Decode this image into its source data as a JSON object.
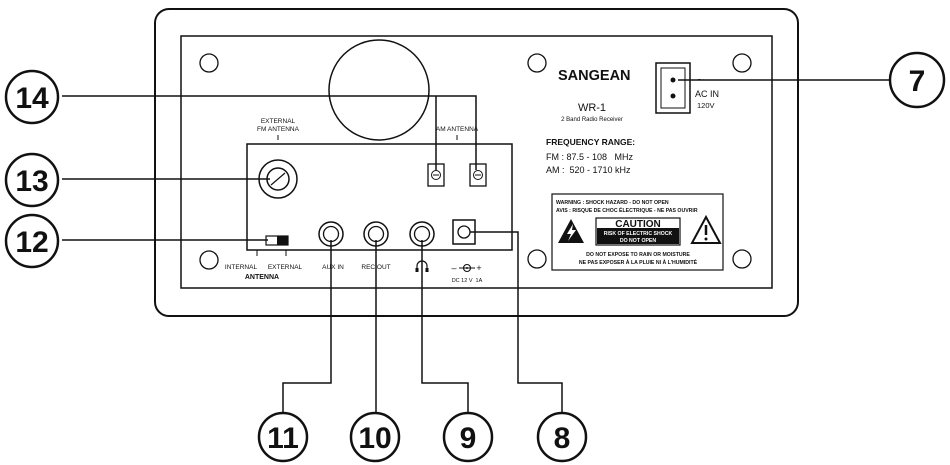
{
  "panel": {
    "brand": "SANGEAN",
    "model": "WR-1",
    "model_sub": "2 Band Radio Receiver",
    "freq_title": "FREQUENCY RANGE:",
    "freq_fm": "FM : 87.5 - 108   MHz",
    "freq_am": "AM :  520 - 1710 kHz",
    "ac_in": "AC IN",
    "ac_voltage": "120V",
    "ac_symbol": "~",
    "ext_fm_line1": "EXTERNAL",
    "ext_fm_line2": "FM ANTENNA",
    "am_antenna": "AM ANTENNA",
    "internal": "INTERNAL",
    "external": "EXTERNAL",
    "antenna": "ANTENNA",
    "aux_in": "AUX IN",
    "rec_out": "REC OUT",
    "dc_spec": "DC 12 V  1A",
    "dc_minus": "–",
    "dc_plus": "+"
  },
  "warning": {
    "line1": "WARNING : SHOCK HAZARD - DO NOT OPEN",
    "line2": "AVIS : RISQUE DE CHOC ÉLECTRIQUE - NE PAS OUVRIR",
    "caution": "CAUTION",
    "caution_sub1": "RISK OF ELECTRIC SHOCK",
    "caution_sub2": "DO NOT OPEN",
    "line3": "DO NOT EXPOSE TO RAIN OR MOISTURE",
    "line4": "NE PAS EXPOSER À LA PLUIE NI À L'HUMIDITÉ"
  },
  "callouts": {
    "c7": "7",
    "c8": "8",
    "c9": "9",
    "c10": "10",
    "c11": "11",
    "c12": "12",
    "c13": "13",
    "c14": "14"
  },
  "colors": {
    "stroke": "#111111",
    "background": "#ffffff"
  }
}
